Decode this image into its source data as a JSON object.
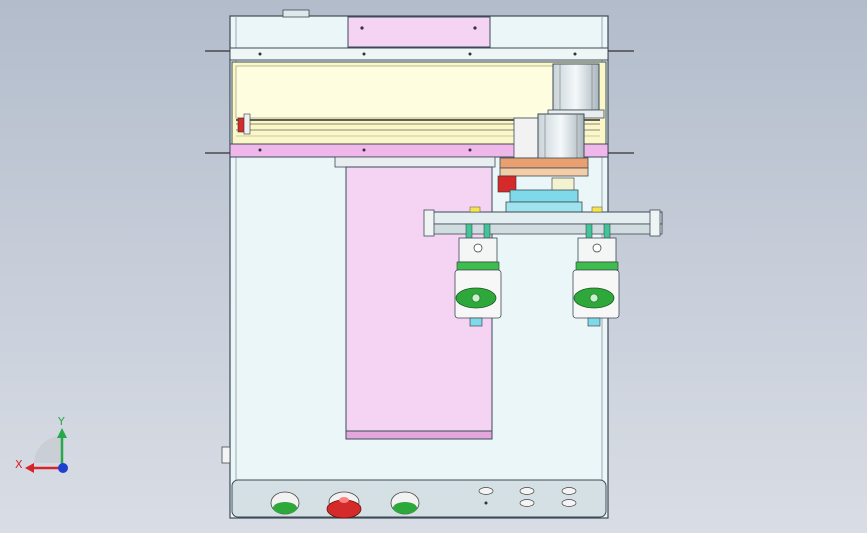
{
  "view": {
    "background_top": "#b2bccb",
    "background_bottom": "#d9dde5"
  },
  "triad": {
    "x_label": "X",
    "y_label": "Y",
    "x_color": "#d8232a",
    "y_color": "#27a84a",
    "z_color": "#1f3fd1"
  },
  "colors": {
    "frame": "#eaf6f8",
    "frame_edge": "#3d4a56",
    "pink_panel": "#f5d4f3",
    "pink_band": "#f0b8ea",
    "yellow_panel": "#fbf7c6",
    "green_knob": "#2ea83a",
    "red_button": "#d42a2a",
    "sensor_blue": "#7ed9e8",
    "copper": "#e9a070",
    "dark_panel": "#d4e0e4"
  },
  "control_panel": {
    "buttons": [
      "start-button-left",
      "emergency-stop-button",
      "start-button-right"
    ],
    "indicators": 5
  }
}
